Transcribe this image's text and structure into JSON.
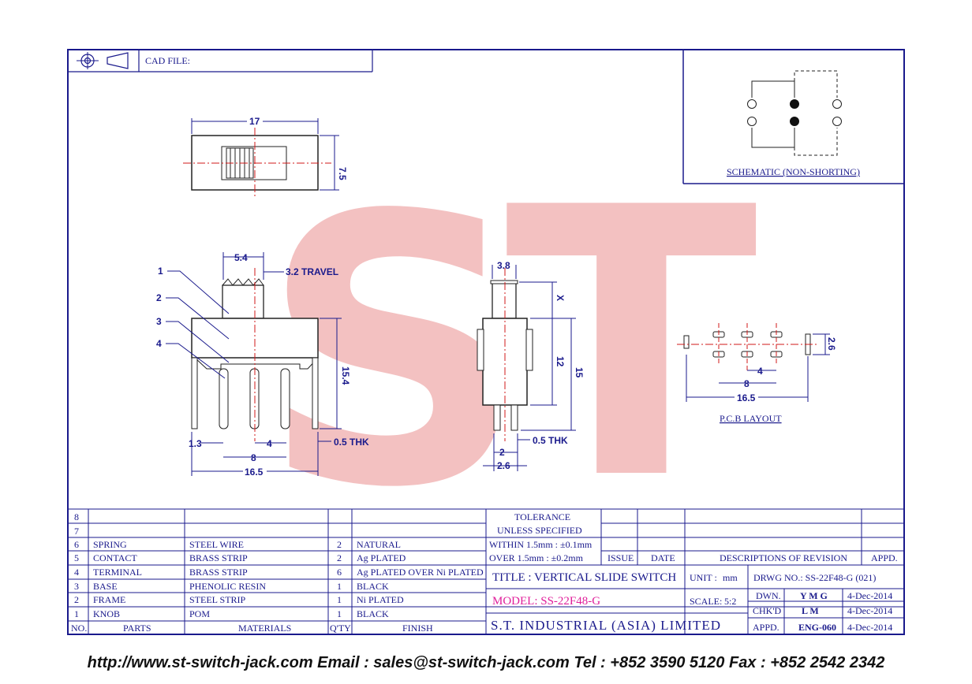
{
  "header": {
    "cad_file_label": "CAD FILE:"
  },
  "watermark": {
    "text": "ST"
  },
  "schematic": {
    "label": "SCHEMATIC (NON-SHORTING)"
  },
  "pcb": {
    "label": "P.C.B LAYOUT",
    "dims": {
      "pitch": "4",
      "span": "8",
      "overall": "16.5",
      "width": "2.6"
    }
  },
  "top_view": {
    "dims": {
      "length": "17",
      "width": "7.5"
    }
  },
  "front_view": {
    "dims": {
      "knob": "5.4",
      "travel": "3.2 TRAVEL",
      "height": "15.4",
      "pin_w": "1.3",
      "pitch": "4",
      "span": "8",
      "overall": "16.5",
      "thk": "0.5 THK"
    },
    "callouts": [
      "1",
      "2",
      "3",
      "4"
    ]
  },
  "side_view": {
    "dims": {
      "knob": "3.8",
      "x": "X",
      "body": "12",
      "total": "15",
      "thk": "0.5 THK",
      "pin": "2",
      "pin_base": "2.6"
    }
  },
  "parts": [
    {
      "no": "8",
      "part": "",
      "material": "",
      "qty": "",
      "finish": ""
    },
    {
      "no": "7",
      "part": "",
      "material": "",
      "qty": "",
      "finish": ""
    },
    {
      "no": "6",
      "part": "SPRING",
      "material": "STEEL WIRE",
      "qty": "2",
      "finish": "NATURAL"
    },
    {
      "no": "5",
      "part": "CONTACT",
      "material": "BRASS STRIP",
      "qty": "2",
      "finish": "Ag PLATED"
    },
    {
      "no": "4",
      "part": "TERMINAL",
      "material": "BRASS STRIP",
      "qty": "6",
      "finish": "Ag PLATED OVER Ni PLATED"
    },
    {
      "no": "3",
      "part": "BASE",
      "material": "PHENOLIC RESIN",
      "qty": "1",
      "finish": "BLACK"
    },
    {
      "no": "2",
      "part": "FRAME",
      "material": "STEEL STRIP",
      "qty": "1",
      "finish": "Ni PLATED"
    },
    {
      "no": "1",
      "part": "KNOB",
      "material": "POM",
      "qty": "1",
      "finish": "BLACK"
    }
  ],
  "parts_header": {
    "no": "NO.",
    "part": "PARTS",
    "material": "MATERIALS",
    "qty": "Q'TY",
    "finish": "FINISH"
  },
  "tolerance": {
    "l1": "TOLERANCE",
    "l2": "UNLESS SPECIFIED",
    "l3": "WITHIN 1.5mm : ±0.1mm",
    "l4": "OVER 1.5mm : ±0.2mm"
  },
  "revision": {
    "issue": "ISSUE",
    "date": "DATE",
    "desc": "DESCRIPTIONS OF REVISION",
    "appd": "APPD."
  },
  "title_block": {
    "title": "TITLE : VERTICAL SLIDE SWITCH",
    "unit_label": "UNIT :",
    "unit": "mm",
    "drwg": "DRWG NO.: SS-22F48-G (021)",
    "model": "MODEL: SS-22F48-G",
    "scale_label": "SCALE:",
    "scale": "5:2",
    "company": "S.T. INDUSTRIAL (ASIA) LIMITED",
    "dwn_label": "DWN.",
    "dwn": "Y M G",
    "dwn_date": "4-Dec-2014",
    "chkd_label": "CHK'D",
    "chkd": "L M",
    "chkd_date": "4-Dec-2014",
    "appd_label": "APPD.",
    "appd": "ENG-060",
    "appd_date": "4-Dec-2014"
  },
  "footer": {
    "text": "http://www.st-switch-jack.com  Email : sales@st-switch-jack.com  Tel : +852 3590 5120  Fax : +852 2542 2342"
  },
  "colors": {
    "line": "#1a1a8c",
    "center": "#d01818",
    "watermark": "#f2b7b7",
    "model": "#e01e9a"
  }
}
